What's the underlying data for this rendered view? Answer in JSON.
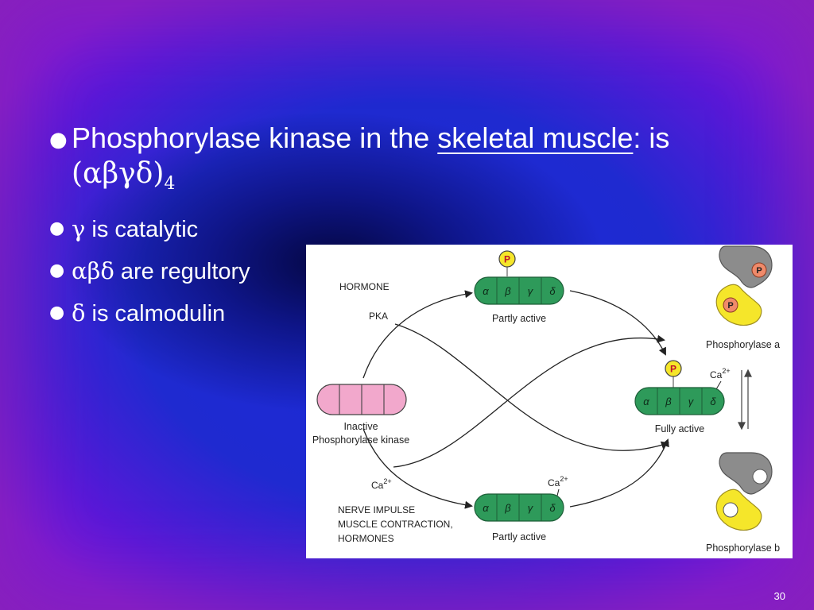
{
  "bullets": [
    {
      "pre": "Phosphorylase kinase in the ",
      "underlined": "skeletal muscle",
      "post": ": is",
      "line2": "(αβγδ)",
      "line2_sub": "4"
    },
    {
      "greek": "γ",
      "text": " is catalytic"
    },
    {
      "greek": "αβδ",
      "text": " are regultory"
    },
    {
      "greek": "δ",
      "text": " is calmodulin"
    }
  ],
  "figure": {
    "hormone": "HORMONE",
    "pka": "PKA",
    "inactive_line1": "Inactive",
    "inactive_line2": "Phosphorylase kinase",
    "ca_left": "Ca",
    "ca_sup": "2+",
    "nerve_line1": "NERVE IMPULSE",
    "nerve_line2": "MUSCLE CONTRACTION,",
    "nerve_line3": "HORMONES",
    "partly_active_top": "Partly active",
    "partly_active_bottom": "Partly active",
    "fully_active": "Fully active",
    "ca_fully": "Ca",
    "ca_bottom": "Ca",
    "p_label": "P",
    "subunits": [
      "α",
      "β",
      "γ",
      "δ"
    ],
    "phosphorylase_a": "Phosphorylase a",
    "phosphorylase_b": "Phosphorylase b",
    "colors": {
      "green": "#2e9a5a",
      "pink": "#f2a8cc",
      "yellow": "#f5e62a",
      "gray": "#8c8c8c"
    }
  },
  "page_number": "30"
}
